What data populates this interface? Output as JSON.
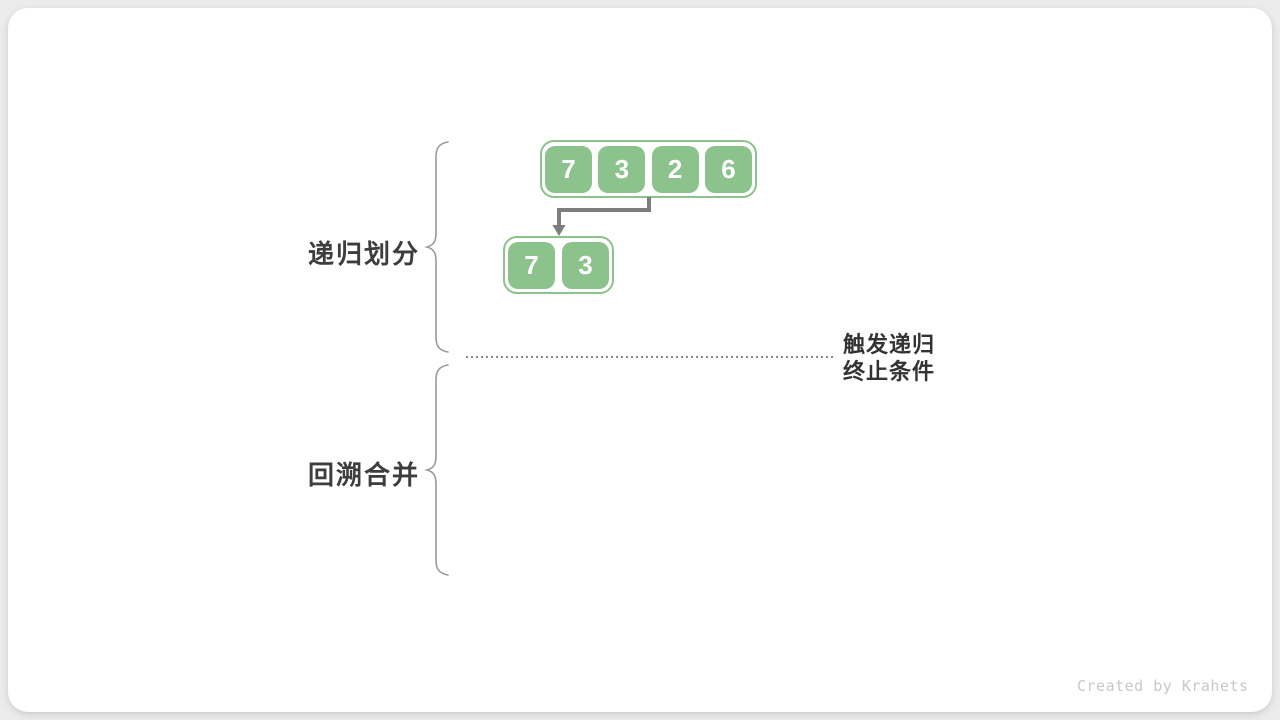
{
  "phases": {
    "divide_label": "递归划分",
    "merge_label": "回溯合并"
  },
  "termination": {
    "line1": "触发递归",
    "line2": "终止条件"
  },
  "arrays": {
    "level1": [
      "7",
      "3",
      "2",
      "6"
    ],
    "level2": [
      "7",
      "3"
    ]
  },
  "icons": {
    "divide_arrow": "down-left-elbow-arrow-icon",
    "brace_left_divide": "curly-brace-icon",
    "brace_left_merge": "curly-brace-icon"
  },
  "colors": {
    "canvas_background": "#ececec",
    "card_background": "#ffffff",
    "cell_green": "#8cc28c",
    "cell_text": "#ffffff",
    "arrow_gray": "#7d7d7d",
    "brace_gray": "#999999",
    "label_dark": "#3d3d3d",
    "termination_text": "#333333",
    "dotted_gray": "#8a8a8a",
    "watermark_gray": "#c9c9c9"
  },
  "watermark": "Created by Krahets"
}
